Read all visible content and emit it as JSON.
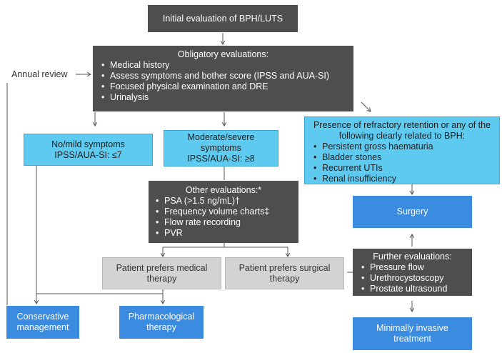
{
  "initial": "Initial evaluation of BPH/LUTS",
  "obligatory": {
    "title": "Obligatory evaluations:",
    "items": [
      "Medical history",
      "Assess symptoms and bother score (IPSS and AUA-SI)",
      "Focused physical examination and DRE",
      "Urinalysis"
    ]
  },
  "annual_review": "Annual review",
  "mild": {
    "line1": "No/mild symptoms",
    "line2": "IPSS/AUA-SI: ≤7"
  },
  "moderate": {
    "line1": "Moderate/severe",
    "line2": "symptoms",
    "line3": "IPSS/AUA-SI: ≥8"
  },
  "refractory": {
    "title": "Presence of refractory retention or any of the following clearly related to BPH:",
    "items": [
      "Persistent gross haematuria",
      "Bladder stones",
      "Recurrent UTIs",
      "Renal insufficiency"
    ]
  },
  "other": {
    "title": "Other evaluations:*",
    "items": [
      "PSA (>1.5 ng/mL)†",
      "Frequency volume charts‡",
      "Flow rate recording",
      "PVR"
    ]
  },
  "surgery": "Surgery",
  "medical_pref": "Patient prefers medical therapy",
  "surgical_pref": "Patient prefers surgical therapy",
  "further": {
    "title": "Further evaluations:",
    "items": [
      "Pressure flow",
      "Urethrocystoscopy",
      "Prostate ultrasound"
    ]
  },
  "conservative": "Conservative management",
  "pharmacological": "Pharmacological therapy",
  "minimally_invasive": "Minimally invasive treatment",
  "colors": {
    "dark": "#4e4e4e",
    "cyan": "#5fcaf0",
    "blue": "#3b8be0",
    "grey": "#d3d3d3",
    "line": "#555555"
  }
}
